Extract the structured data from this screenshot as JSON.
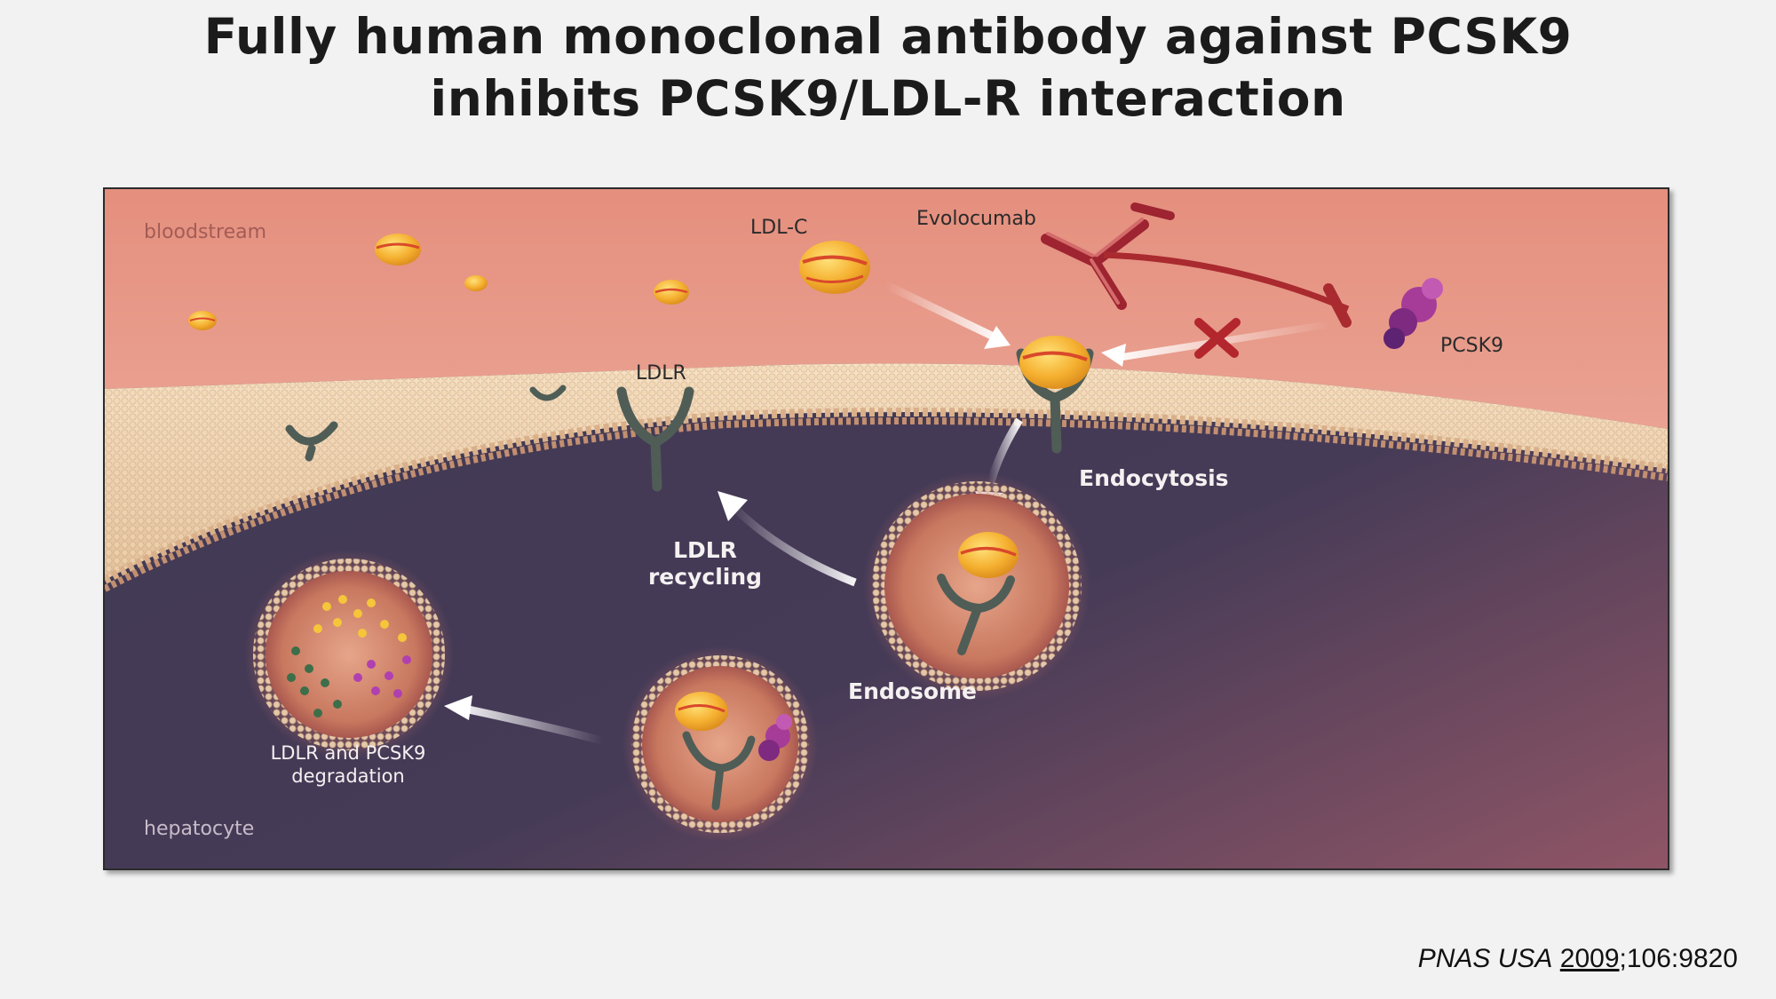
{
  "slide": {
    "title_line1": "Fully human monoclonal antibody against PCSK9",
    "title_line2": "inhibits PCSK9/LDL-R interaction"
  },
  "diagram": {
    "labels": {
      "bloodstream": "bloodstream",
      "ldl_c": "LDL-C",
      "evolocumab": "Evolocumab",
      "pcsk9": "PCSK9",
      "ldlr": "LDLR",
      "endocytosis": "Endocytosis",
      "ldlr_recycling_1": "LDLR",
      "ldlr_recycling_2": "recycling",
      "endosome": "Endosome",
      "degradation_1": "LDLR and PCSK9",
      "degradation_2": "degradation",
      "hepatocyte": "hepatocyte"
    },
    "colors": {
      "bloodstream": "#e08f7f",
      "membrane": "#e9cfae",
      "cytoplasm": "#433a55",
      "ldl_particle": "#f2b23a",
      "antibody": "#b8323a",
      "pcsk9": "#9b2f8f",
      "receptor": "#4f5d56"
    }
  },
  "citation": {
    "journal": "PNAS USA",
    "year": "2009",
    "rest": ";106:9820"
  }
}
